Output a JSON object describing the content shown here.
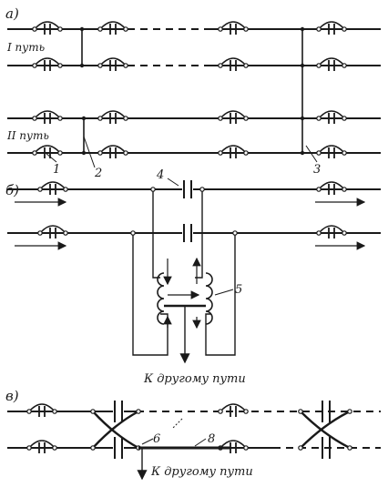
{
  "section_labels": {
    "a": "а)",
    "b": "б)",
    "v": "в)"
  },
  "track_labels": {
    "track1": "I путь",
    "track2": "II путь"
  },
  "callouts": {
    "n1": "1",
    "n2": "2",
    "n3": "3",
    "n4": "4",
    "n5": "5",
    "n6": "6",
    "n8": "8"
  },
  "captions": {
    "to_other_track_b": "К другому пути",
    "to_other_track_v": "К другому пути"
  },
  "colors": {
    "ink": "#1a1a1a",
    "paper": "#ffffff"
  }
}
